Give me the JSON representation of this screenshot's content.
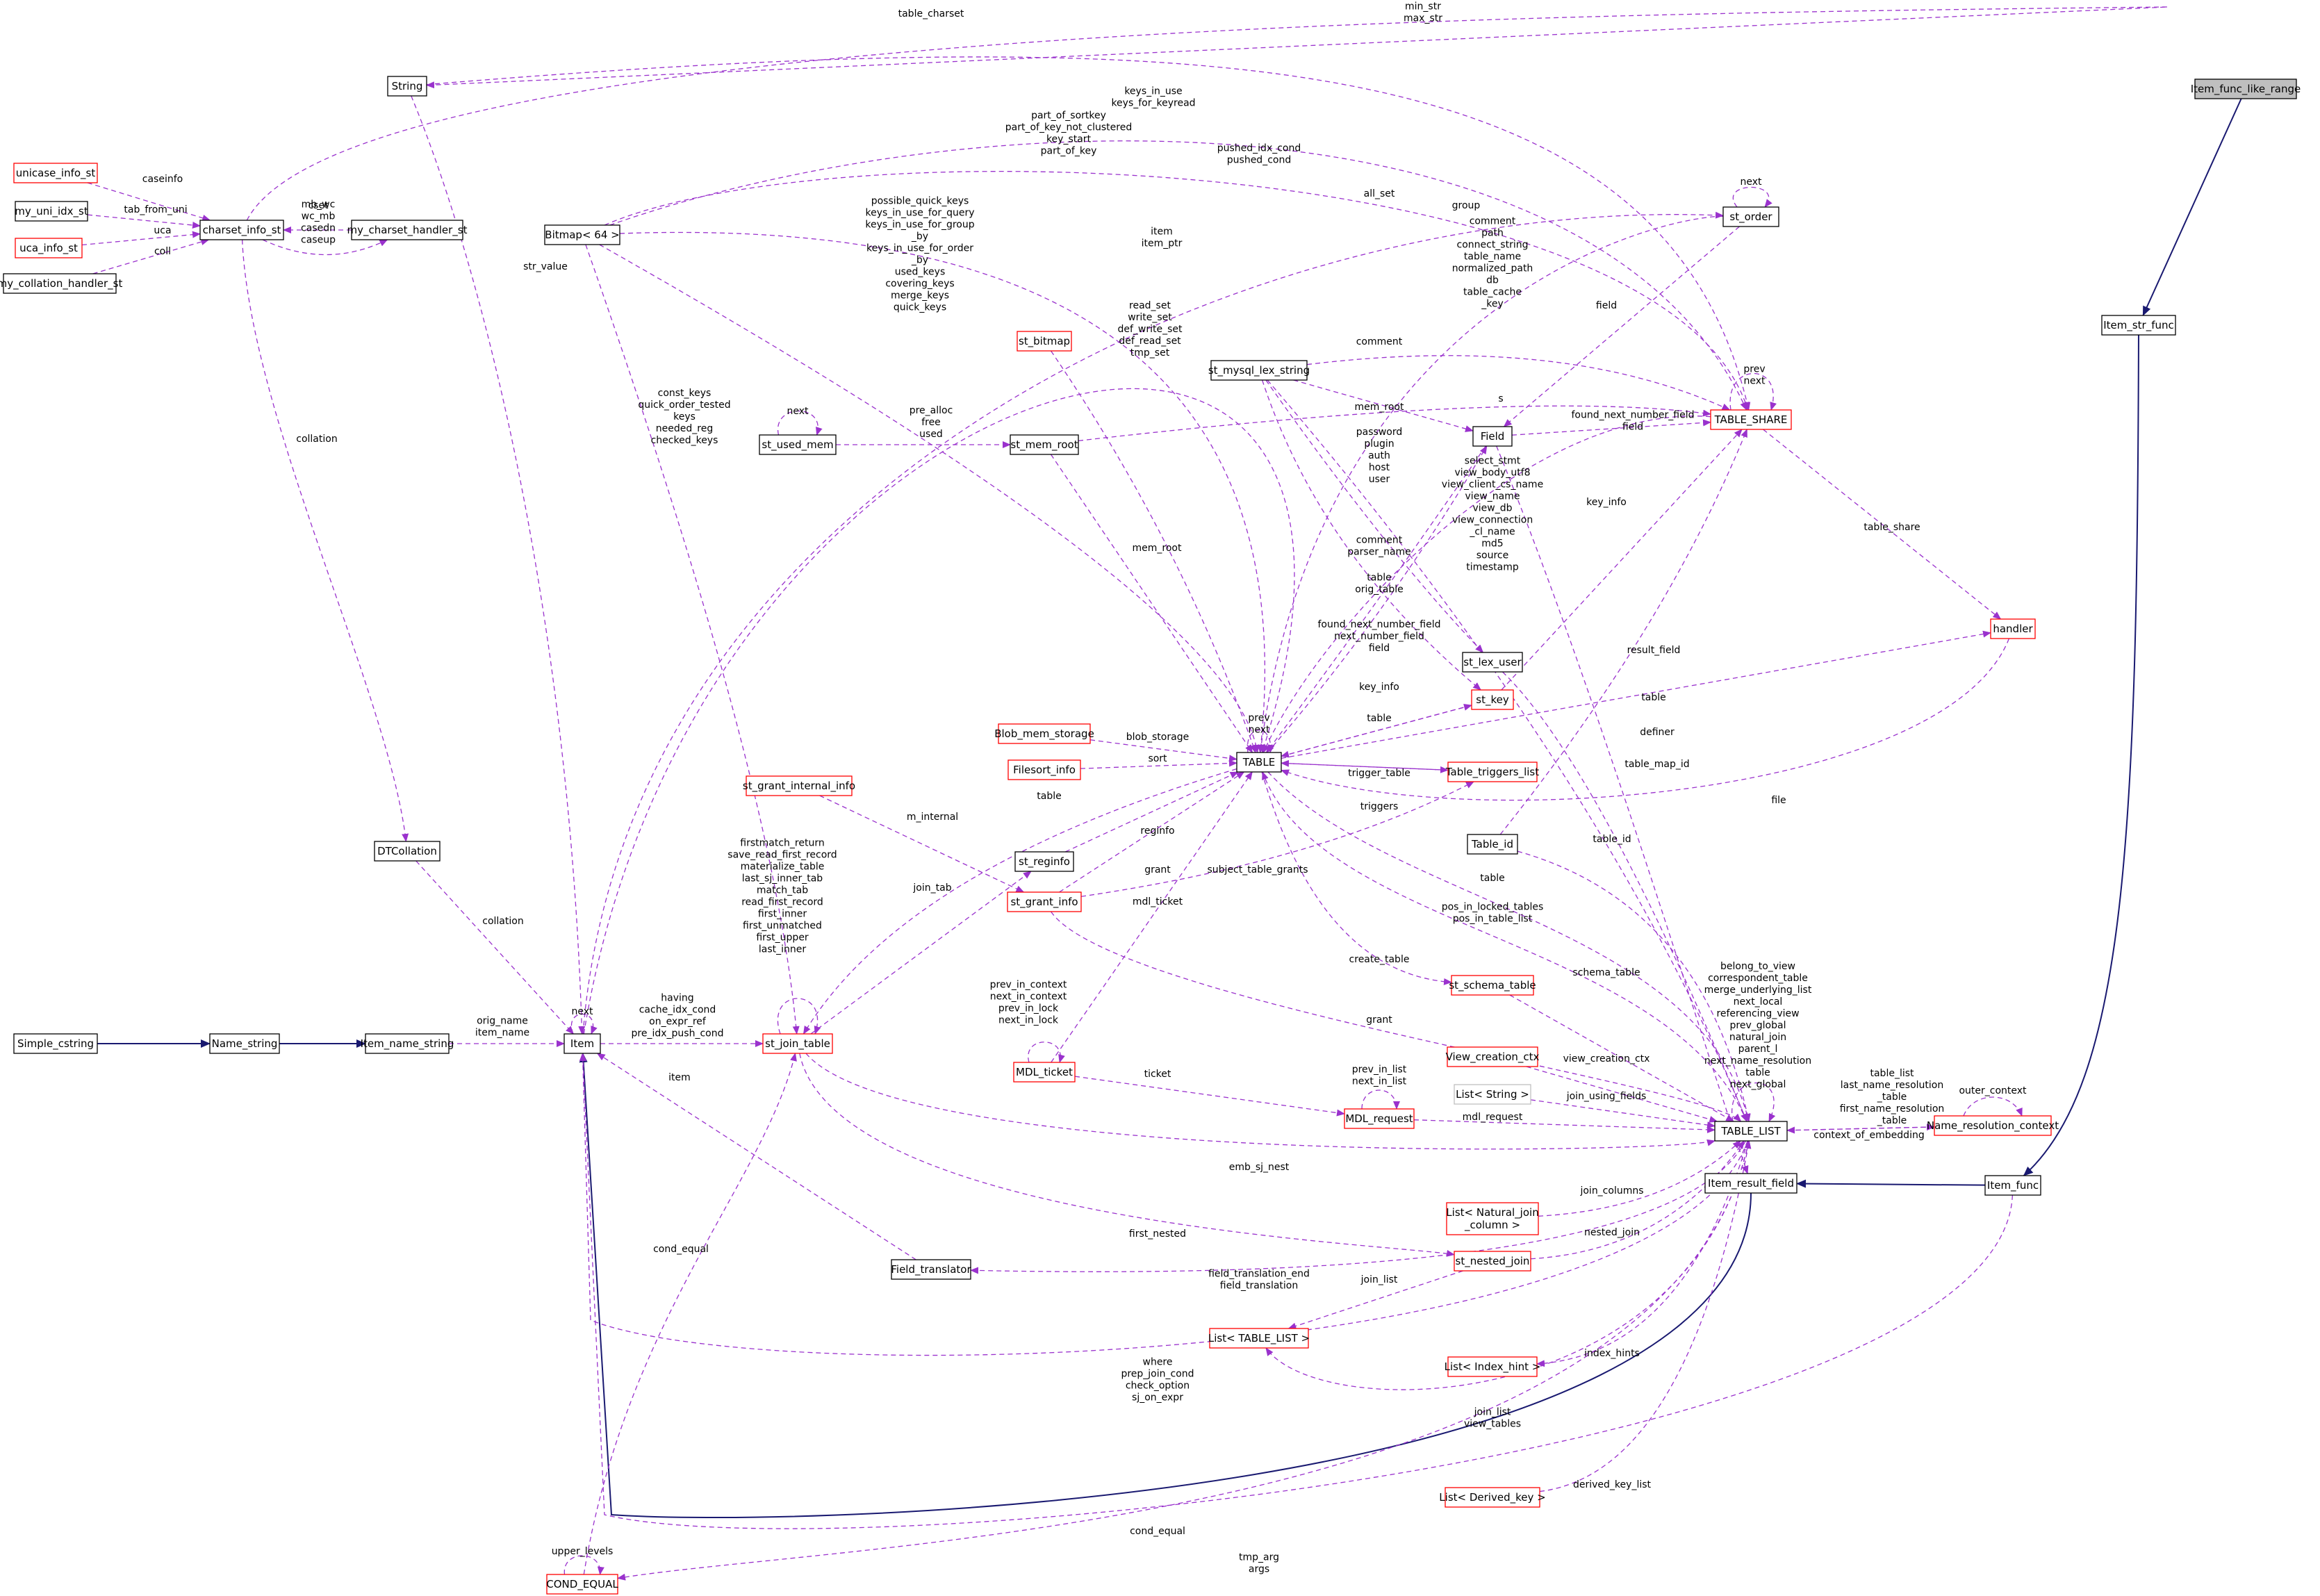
{
  "colors": {
    "usage_edge": "#9a32cd",
    "inherit_edge": "#191970",
    "node_plain_border": "#000000",
    "node_truncated_border": "#ff0000",
    "node_template_border": "#bfbfbf",
    "focus_fill": "#bfbfbf"
  },
  "nodes": {
    "item_func_like_range": "Item_func_like_range",
    "item_str_func": "Item_str_func",
    "item_func": "Item_func",
    "item_result_field": "Item_result_field",
    "item": "Item",
    "string": "String",
    "charset_info_st": "charset_info_st",
    "unicase_info_st": "unicase_info_st",
    "my_uni_idx_st": "my_uni_idx_st",
    "uca_info_st": "uca_info_st",
    "my_collation_handler_st": "my_collation_handler_st",
    "my_charset_handler_st": "my_charset_handler_st",
    "bitmap64": "Bitmap< 64 >",
    "dtcollation": "DTCollation",
    "item_name_string": "Item_name_string",
    "name_string": "Name_string",
    "simple_cstring": "Simple_cstring",
    "st_used_mem": "st_used_mem",
    "st_mem_root": "st_mem_root",
    "st_bitmap": "st_bitmap",
    "st_mysql_lex_string": "st_mysql_lex_string",
    "st_order": "st_order",
    "field": "Field",
    "table_share": "TABLE_SHARE",
    "table": "TABLE",
    "blob_mem_storage": "Blob_mem_storage",
    "filesort_info": "Filesort_info",
    "st_grant_internal_info": "st_grant_internal_info",
    "st_reginfo": "st_reginfo",
    "st_grant_info": "st_grant_info",
    "st_join_table": "st_join_table",
    "mdl_ticket": "MDL_ticket",
    "mdl_request": "MDL_request",
    "st_key": "st_key",
    "st_lex_user": "st_lex_user",
    "table_triggers_list": "Table_triggers_list",
    "table_id": "Table_id",
    "handler": "handler",
    "st_schema_table": "st_schema_table",
    "view_creation_ctx": "View_creation_ctx",
    "list_string": "List< String >",
    "table_list": "TABLE_LIST",
    "name_resolution_context": "Name_resolution_context",
    "list_natural_join_column": [
      "List< Natural_join",
      "_column >"
    ],
    "st_nested_join": "st_nested_join",
    "field_translator": "Field_translator",
    "list_table_list": "List< TABLE_LIST >",
    "list_index_hint": "List< Index_hint >",
    "list_derived_key": "List< Derived_key >",
    "cond_equal": "COND_EQUAL"
  },
  "edge_labels": {
    "table_charset": [
      "table_charset"
    ],
    "min_max_str": [
      "min_str",
      "max_str"
    ],
    "caseinfo": [
      "caseinfo"
    ],
    "tab_from_uni": [
      "tab_from_uni"
    ],
    "uca": [
      "uca"
    ],
    "coll": [
      "coll"
    ],
    "cset": [
      "cset"
    ],
    "charset_fields": [
      "mb_wc",
      "wc_mb",
      "casedn",
      "caseup"
    ],
    "collation1": [
      "collation"
    ],
    "str_value": [
      "str_value"
    ],
    "keys_in_use": [
      "keys_in_use",
      "keys_for_keyread"
    ],
    "share_keys": [
      "part_of_sortkey",
      "part_of_key_not_clustered",
      "key_start",
      "part_of_key"
    ],
    "table_keys": [
      "possible_quick_keys",
      "keys_in_use_for_query",
      "keys_in_use_for_group",
      "_by",
      "keys_in_use_for_order",
      "_by",
      "used_keys",
      "covering_keys",
      "merge_keys",
      "quick_keys"
    ],
    "join_keys": [
      "const_keys",
      "quick_order_tested",
      "keys",
      "needed_reg",
      "checked_keys"
    ],
    "pushed_idx": [
      "pushed_idx_cond",
      "pushed_cond"
    ],
    "item_ptr": [
      "item",
      "item_ptr"
    ],
    "all_set": [
      "all_set"
    ],
    "next_order": [
      "next"
    ],
    "group": [
      "group"
    ],
    "share_strings": [
      "comment",
      "path",
      "connect_string",
      "table_name",
      "normalized_path",
      "db",
      "table_cache",
      "_key"
    ],
    "field_order": [
      "field"
    ],
    "bitmap_sets": [
      "read_set",
      "write_set",
      "def_write_set",
      "def_read_set",
      "tmp_set"
    ],
    "comment_field": [
      "comment"
    ],
    "prev_next_share": [
      "prev",
      "next"
    ],
    "next_used": [
      "next"
    ],
    "pre_alloc": [
      "pre_alloc",
      "free",
      "used"
    ],
    "mem_root_field": [
      "mem_root"
    ],
    "s": [
      "s"
    ],
    "found_next": [
      "found_next_number_field",
      "field"
    ],
    "lex_user_fields": [
      "password",
      "plugin",
      "auth",
      "host",
      "user"
    ],
    "table_list_strings": [
      "select_stmt",
      "view_body_utf8",
      "view_client_cs_name",
      "view_name",
      "view_db",
      "view_connection",
      "_cl_name",
      "md5",
      "source",
      "timestamp"
    ],
    "key_info_share": [
      "key_info"
    ],
    "table_share_handler": [
      "table_share"
    ],
    "mem_root_table": [
      "mem_root"
    ],
    "comment_parser": [
      "comment",
      "parser_name"
    ],
    "table_orig": [
      "table",
      "orig_table"
    ],
    "found_next_table": [
      "found_next_number_field",
      "next_number_field",
      "field"
    ],
    "result_field": [
      "result_field"
    ],
    "key_info_table": [
      "key_info"
    ],
    "table_key": [
      "table"
    ],
    "prev_next_table": [
      "prev",
      "next"
    ],
    "table_handler": [
      "table"
    ],
    "definer": [
      "definer"
    ],
    "blob_storage": [
      "blob_storage"
    ],
    "sort": [
      "sort"
    ],
    "trigger_table": [
      "trigger_table"
    ],
    "table_map_id": [
      "table_map_id"
    ],
    "table_join": [
      "table"
    ],
    "triggers": [
      "triggers"
    ],
    "file": [
      "file"
    ],
    "m_internal": [
      "m_internal"
    ],
    "reginfo": [
      "reginfo"
    ],
    "subject_table_grants": [
      "subject_table_grants"
    ],
    "table_id_field": [
      "table_id"
    ],
    "join_tab": [
      "join_tab"
    ],
    "grant": [
      "grant"
    ],
    "mdl_ticket_field": [
      "mdl_ticket"
    ],
    "table_tl": [
      "table"
    ],
    "join_table_self": [
      "firstmatch_return",
      "save_read_first_record",
      "materialize_table",
      "last_sj_inner_tab",
      "match_tab",
      "read_first_record",
      "first_inner",
      "first_unmatched",
      "first_upper",
      "last_inner"
    ],
    "locked_tables": [
      "pos_in_locked_tables",
      "pos_in_table_list"
    ],
    "collation2": [
      "collation"
    ],
    "create_table": [
      "create_table"
    ],
    "schema_table": [
      "schema_table"
    ],
    "tl_self": [
      "belong_to_view",
      "correspondent_table",
      "merge_underlying_list",
      "next_local",
      "referencing_view",
      "prev_global",
      "natural_join",
      "parent_l",
      "next_name_resolution",
      "table",
      "next_global"
    ],
    "orig_name": [
      "orig_name",
      "item_name"
    ],
    "next_item": [
      "next"
    ],
    "join_conds": [
      "having",
      "cache_idx_cond",
      "on_expr_ref",
      "pre_idx_push_cond"
    ],
    "mdl_links": [
      "prev_in_context",
      "next_in_context",
      "prev_in_lock",
      "next_in_lock"
    ],
    "grant_tl": [
      "grant"
    ],
    "mdl_request_self": [
      "prev_in_list",
      "next_in_list"
    ],
    "ticket": [
      "ticket"
    ],
    "view_creation_ctx_field": [
      "view_creation_ctx"
    ],
    "item_field": [
      "item"
    ],
    "join_using_fields": [
      "join_using_fields"
    ],
    "outer_context": [
      "outer_context"
    ],
    "name_res_fields": [
      "table_list",
      "last_name_resolution",
      "_table",
      "first_name_resolution",
      "_table"
    ],
    "mdl_request_field": [
      "mdl_request"
    ],
    "context_of_embedding": [
      "context_of_embedding"
    ],
    "emb_sj_nest": [
      "emb_sj_nest"
    ],
    "join_columns": [
      "join_columns"
    ],
    "first_nested": [
      "first_nested"
    ],
    "nested_join": [
      "nested_join"
    ],
    "cond_equal1": [
      "cond_equal"
    ],
    "field_translation": [
      "field_translation_end",
      "field_translation"
    ],
    "join_list": [
      "join_list"
    ],
    "where_conds": [
      "where",
      "prep_join_cond",
      "check_option",
      "sj_on_expr"
    ],
    "index_hints": [
      "index_hints"
    ],
    "join_list_view": [
      "join_list",
      "view_tables"
    ],
    "derived_key_list": [
      "derived_key_list"
    ],
    "cond_equal2": [
      "cond_equal"
    ],
    "upper_levels": [
      "upper_levels"
    ],
    "tmp_arg": [
      "tmp_arg",
      "args"
    ]
  }
}
